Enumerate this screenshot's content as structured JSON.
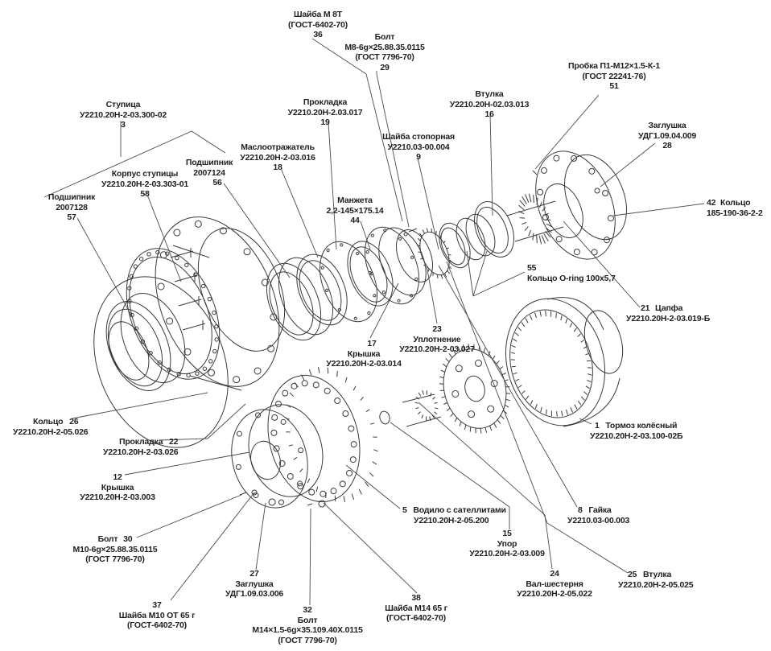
{
  "title": "Exploded view — wheel hub reduction assembly",
  "colors": {
    "line": "#3a3a3a",
    "leader": "#4a4a4a",
    "text": "#1e1e1e",
    "background": "#ffffff"
  },
  "parts": [
    {
      "num": "36",
      "name": "Шайба М 8Т",
      "code": "(ГОСТ-6402-70)"
    },
    {
      "num": "29",
      "name": "Болт",
      "code": "М8-6g×25.88.35.0115",
      "code2": "(ГОСТ 7796-70)"
    },
    {
      "num": "51",
      "name": "Пробка П1-М12×1.5-К-1",
      "code": "(ГОСТ 22241-76)"
    },
    {
      "num": "28",
      "name": "Заглушка",
      "code": "УДГ1.09.04.009"
    },
    {
      "num": "3",
      "name": "Ступица",
      "code": "У2210.20Н-2-03.300-02"
    },
    {
      "num": "19",
      "name": "Прокладка",
      "code": "У2210.20Н-2.03.017"
    },
    {
      "num": "16",
      "name": "Втулка",
      "code": "У2210.20Н-02.03.013"
    },
    {
      "num": "9",
      "name": "Шайба стопорная",
      "code": "У2210.03-00.004"
    },
    {
      "num": "18",
      "name": "Маслоотражатель",
      "code": "У2210.20Н-2-03.016"
    },
    {
      "num": "56",
      "name": "Подшипник",
      "code": "2007124"
    },
    {
      "num": "58",
      "name": "Корпус ступицы",
      "code": "У2210.20Н-2-03.303-01"
    },
    {
      "num": "57",
      "name": "Подшипник",
      "code": "2007128"
    },
    {
      "num": "44",
      "name": "Манжета",
      "code": "2,2-145×175.14"
    },
    {
      "num": "42",
      "name": "Кольцо",
      "code": "185-190-36-2-2"
    },
    {
      "num": "55",
      "name": "Кольцо O-ring 100x5,7",
      "code": ""
    },
    {
      "num": "21",
      "name": "Цапфа",
      "code": "У2210.20Н-2-03.019-Б"
    },
    {
      "num": "17",
      "name": "Крышка",
      "code": "У2210.20Н-2-03.014"
    },
    {
      "num": "23",
      "name": "Уплотнение",
      "code": "У2210.20Н-2-03.027"
    },
    {
      "num": "1",
      "name": "Тормоз колёсный",
      "code": "У2210.20Н-2-03.100-02Б"
    },
    {
      "num": "26",
      "name": "Кольцо",
      "code": "У2210.20Н-2-05.026"
    },
    {
      "num": "22",
      "name": "Прокладка",
      "code": "У2210.20Н-2-03.026"
    },
    {
      "num": "12",
      "name": "Крышка",
      "code": "У2210.20Н-2-03.003"
    },
    {
      "num": "5",
      "name": "Водило с сателлитами",
      "code": "У2210.20Н-2-05.200"
    },
    {
      "num": "8",
      "name": "Гайка",
      "code": "У2210.03-00.003"
    },
    {
      "num": "15",
      "name": "Упор",
      "code": "У2210.20Н-2-03.009"
    },
    {
      "num": "30",
      "name": "Болт",
      "code": "М10-6g×25.88.35.0115",
      "code2": "(ГОСТ 7796-70)"
    },
    {
      "num": "27",
      "name": "Заглушка",
      "code": "УДГ1.09.03.006"
    },
    {
      "num": "24",
      "name": "Вал-шестерня",
      "code": "У2210.20Н-2-05.022"
    },
    {
      "num": "25",
      "name": "Втулка",
      "code": "У2210.20Н-2-05.025"
    },
    {
      "num": "37",
      "name": "Шайба М10 ОТ 65 г",
      "code": "(ГОСТ-6402-70)"
    },
    {
      "num": "38",
      "name": "Шайба М14 65 г",
      "code": "(ГОСТ-6402-70)"
    },
    {
      "num": "32",
      "name": "Болт",
      "code": "М14×1.5-6g×35.109.40Х.0115",
      "code2": "(ГОСТ 7796-70)"
    }
  ]
}
